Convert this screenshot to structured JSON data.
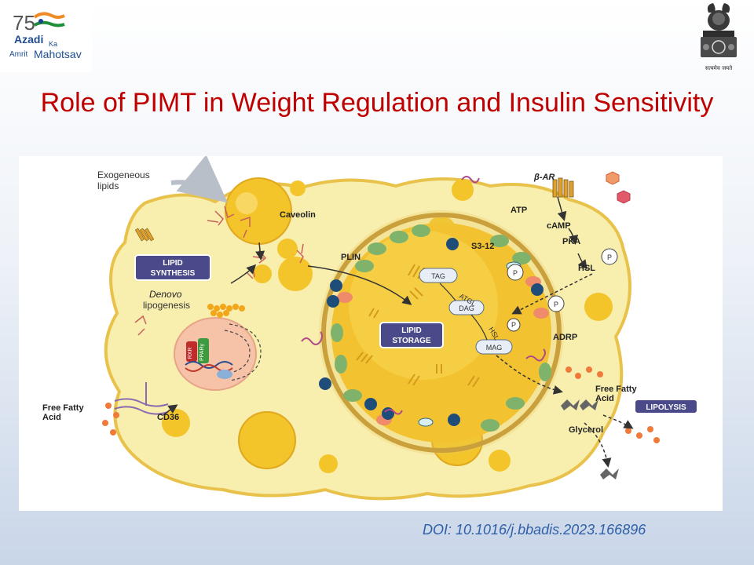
{
  "header": {
    "logo_number": "75",
    "logo_line1": "Azadi",
    "logo_ka": "Ka",
    "logo_line2": "Amrit",
    "logo_line3": "Mahotsav",
    "emblem_motto": "सत्यमेव जयते"
  },
  "title": "Role of PIMT in Weight Regulation and Insulin Sensitivity",
  "diagram": {
    "exogenous_lipids_1": "Exogeneous",
    "exogenous_lipids_2": "lipids",
    "caveolin": "Caveolin",
    "beta_ar": "β-AR",
    "atp": "ATP",
    "camp": "cAMP",
    "pka": "PKA",
    "hsl_top": "HSL",
    "p": "P",
    "lipid_synthesis_1": "LIPID",
    "lipid_synthesis_2": "SYNTHESIS",
    "denovo": "Denovo",
    "lipogenesis": "lipogenesis",
    "plin": "PLIN",
    "s3_12": "S3-12",
    "tag": "TAG",
    "atgl": "ATGL",
    "dag": "DAG",
    "hsl_mid": "HSL",
    "mag": "MAG",
    "lipid_storage_1": "LIPID",
    "lipid_storage_2": "STORAGE",
    "adrp": "ADRP",
    "rxr": "RXR",
    "ppar": "PPARγ",
    "ffa_left_1": "Free Fatty",
    "ffa_left_2": "Acid",
    "cd36": "CD36",
    "ffa_right_1": "Free Fatty",
    "ffa_right_2": "Acid",
    "lipolysis": "LIPOLYSIS",
    "glycerol": "Glycerol"
  },
  "doi": "DOI: 10.1016/j.bbadis.2023.166896",
  "colors": {
    "title": "#c00000",
    "doi": "#2e5fa8",
    "cell_fill": "#f8eeae",
    "droplet": "#f3c52a",
    "label_box": "#4a4a8a"
  }
}
